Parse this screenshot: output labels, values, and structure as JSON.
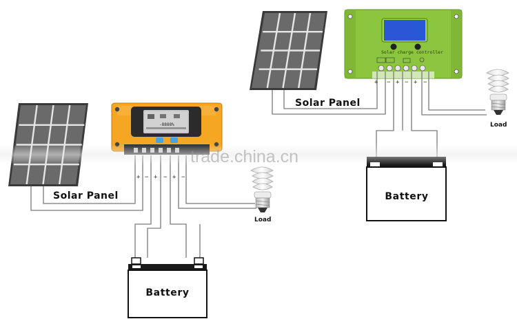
{
  "labels": {
    "solar_panel_left": "Solar Panel",
    "solar_panel_right": "Solar Panel",
    "battery_left": "Battery",
    "battery_right": "Battery",
    "load_left": "Load",
    "load_right": "Load",
    "controller_caption": "Solar charge controller",
    "watermark": "trade.china.cn",
    "lcd_digits": "-8888%"
  },
  "terminals": {
    "left": [
      "+",
      "−",
      "+",
      "−",
      "+",
      "−"
    ],
    "right": [
      "+",
      "−",
      "+",
      "−",
      "+",
      "−"
    ]
  },
  "colors": {
    "orange_controller": "#f5a623",
    "green_controller": "#8cc63f",
    "lcd_blue": "#2a57d6",
    "lcd_gray": "#c9c9c9",
    "panel_cell": "#666666",
    "wire": "#555555"
  }
}
